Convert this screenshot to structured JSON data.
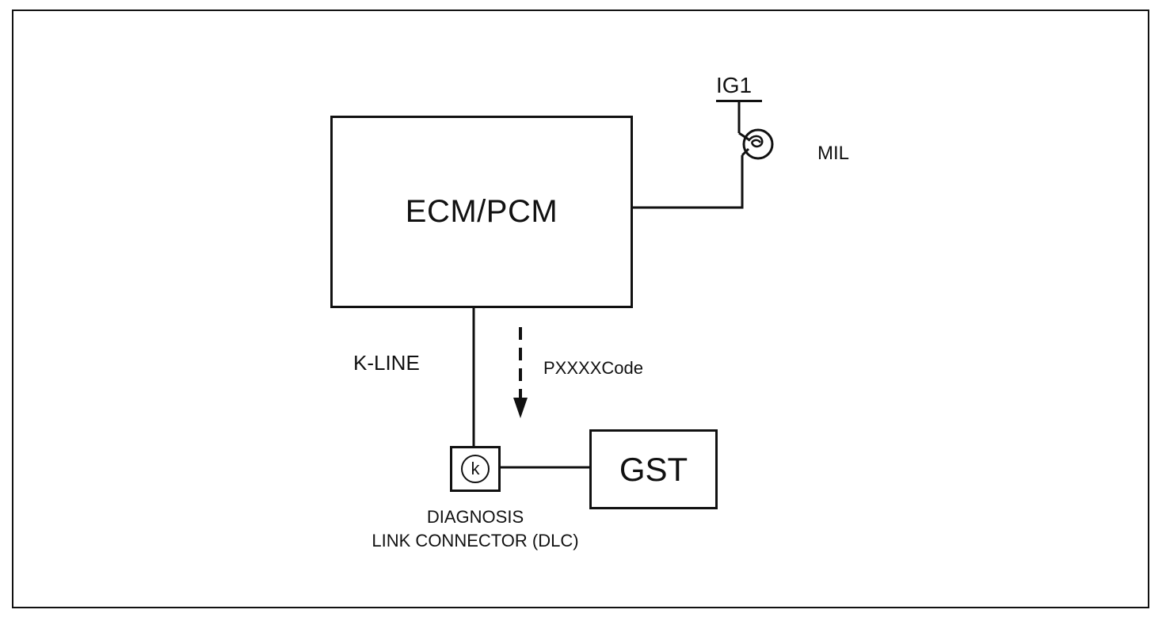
{
  "diagram": {
    "ecm_label": "ECM/PCM",
    "gst_label": "GST",
    "dlc_symbol": "k",
    "ig1_label": "IG1",
    "mil_label": "MIL",
    "kline_label": "K-LINE",
    "code_label": "PXXXXCode",
    "dlc_line1": "DIAGNOSIS",
    "dlc_line2": "LINK CONNECTOR (DLC)"
  }
}
